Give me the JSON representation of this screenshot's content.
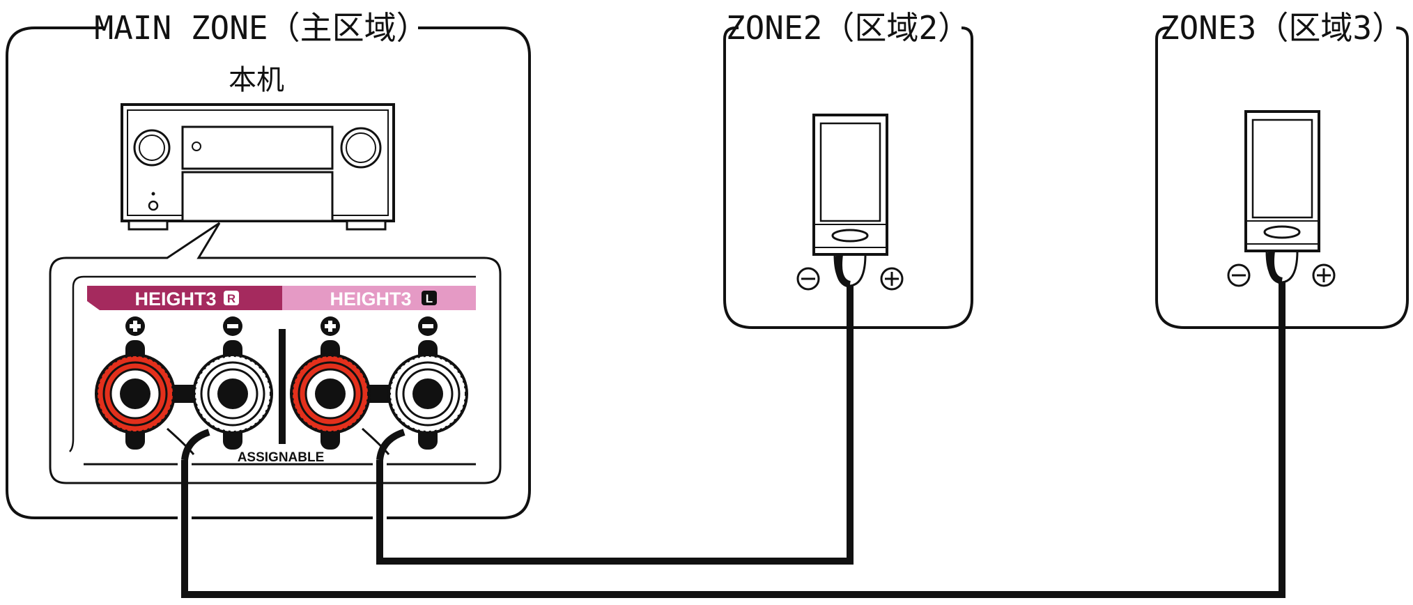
{
  "main_zone": {
    "title": "MAIN ZONE（主区域）",
    "unit_label": "本机",
    "terminals": {
      "right": {
        "label": "HEIGHT3",
        "badge": "R",
        "color": "#a52a5e"
      },
      "left": {
        "label": "HEIGHT3",
        "badge": "L",
        "color": "#e59ac5"
      },
      "assignable_label": "ASSIGNABLE",
      "plus_color": "#e3301c",
      "minus_color": "#ffffff"
    }
  },
  "zone2": {
    "title": "ZONE2（区域2）"
  },
  "zone3": {
    "title": "ZONE3（区域3）"
  },
  "speaker_terminals": {
    "minus_symbol": "−",
    "plus_symbol": "+"
  }
}
